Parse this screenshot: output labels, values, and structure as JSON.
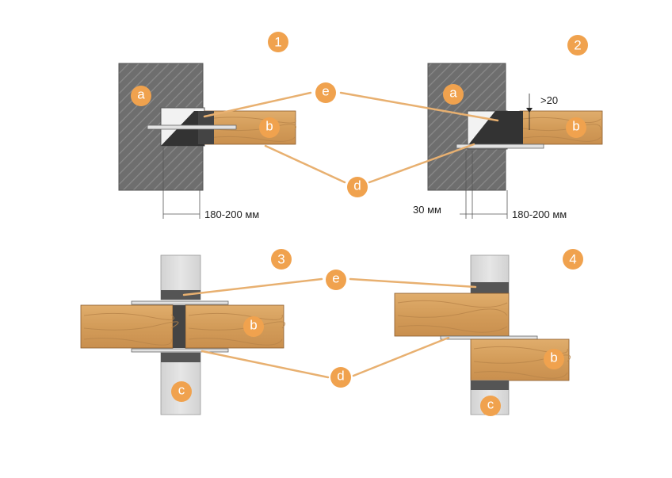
{
  "panels": [
    {
      "number": "1"
    },
    {
      "number": "2"
    },
    {
      "number": "3"
    },
    {
      "number": "4"
    }
  ],
  "letters": {
    "a": "a",
    "b": "b",
    "c": "c",
    "d": "d",
    "e": "e"
  },
  "dimensions": {
    "p1_depth": "180-200 мм",
    "p2_gap": "30 мм",
    "p2_depth": "180-200 мм",
    "p2_min": ">20"
  },
  "colors": {
    "badge": "#f0a24e",
    "leader": "#e8b070",
    "wall": "#6e6e6e",
    "wall_hatch": "#8a8a8a",
    "beam": "#d6a15e",
    "beam_grain": "#b9854a",
    "insulation": "#3a3a3a",
    "plate": "#dcdcdc",
    "block": "#dcdcdc"
  }
}
